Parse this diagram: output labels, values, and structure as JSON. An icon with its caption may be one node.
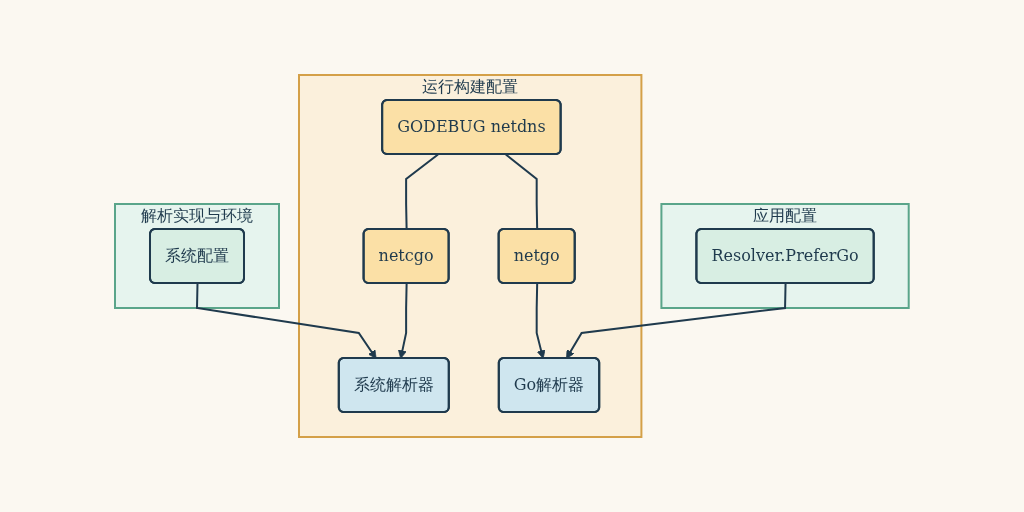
{
  "diagram": {
    "nodes": [
      {
        "text": [
          "应用配置"
        ]
      },
      {
        "text": [
          "Resolver.PreferGo"
        ],
        "in": 0
      },
      {
        "text": [
          "运行构建配置"
        ]
      },
      {
        "text": [
          "GODEBUG netdns"
        ],
        "in": 2
      },
      {
        "text": [
          "netgo"
        ],
        "in": 2
      },
      {
        "text": [
          "netcgo"
        ],
        "in": 2
      },
      {
        "text": [
          "Go解析器"
        ],
        "in": 2
      },
      {
        "text": [
          "系统解析器"
        ],
        "in": 2
      },
      {
        "text": [
          "解析实现与环境"
        ]
      },
      {
        "text": [
          "系统配置"
        ],
        "in": 8
      }
    ],
    "edges": [
      {
        "from": 3,
        "to": 4,
        "arrow": "none"
      },
      {
        "from": 3,
        "to": 5,
        "arrow": "none"
      },
      {
        "from": 4,
        "to": 6,
        "arrow": "to"
      },
      {
        "from": 5,
        "to": 7,
        "arrow": "to"
      },
      {
        "from": 1,
        "to": 6,
        "arrow": "to"
      },
      {
        "from": 9,
        "to": 7,
        "arrow": "to"
      }
    ]
  }
}
